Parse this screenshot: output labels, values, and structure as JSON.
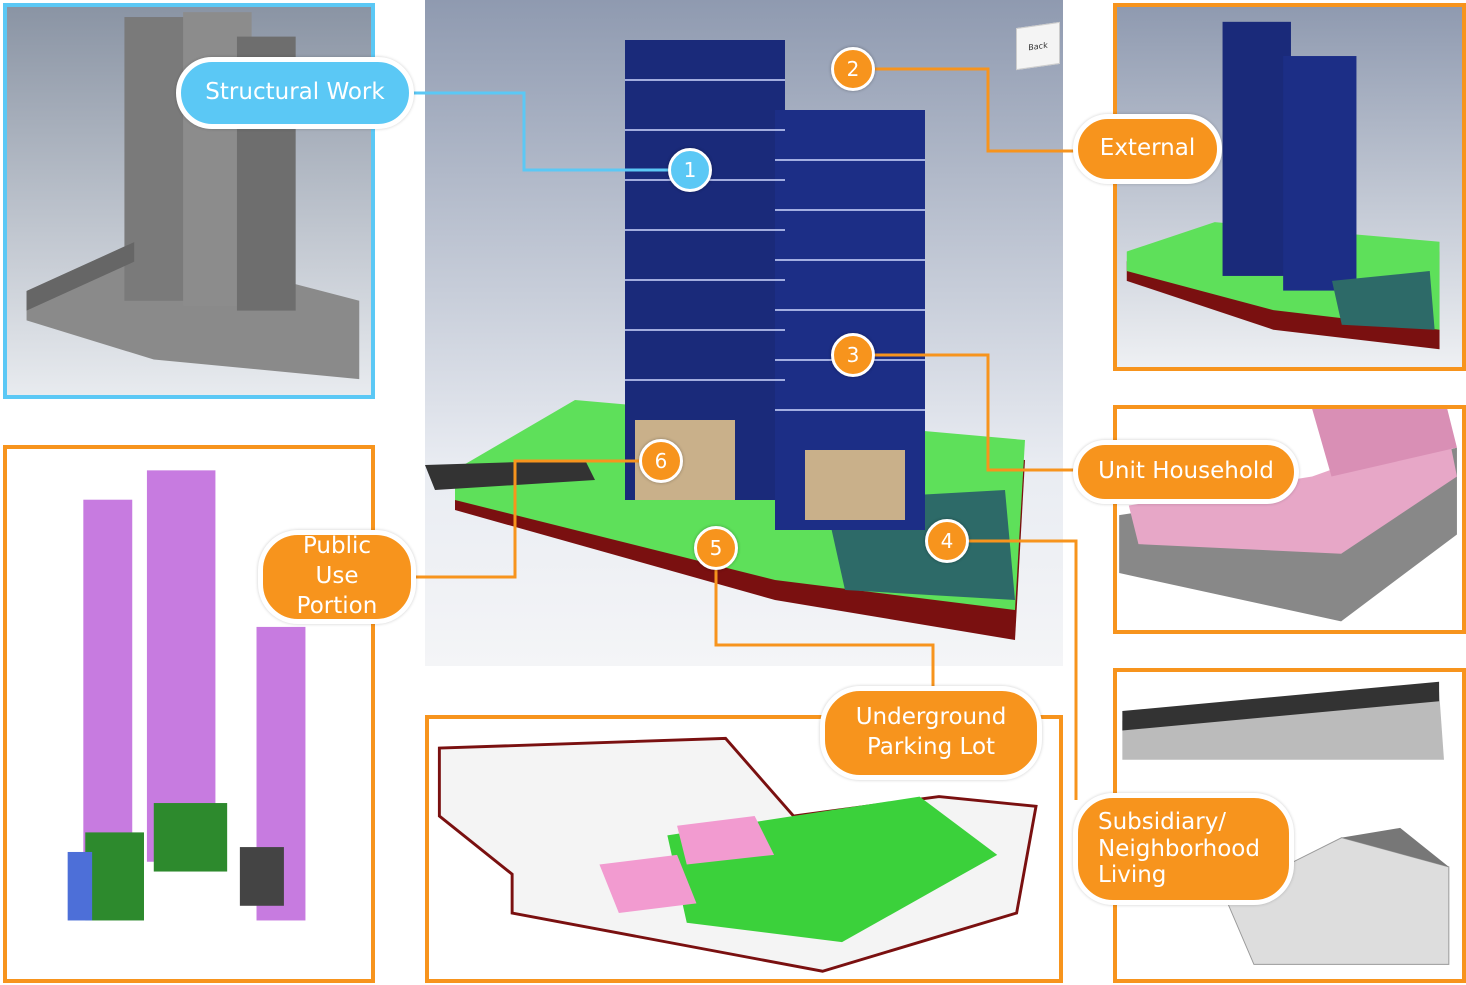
{
  "labels": {
    "structural_work": "Structural Work",
    "external": "External",
    "unit_household": "Unit Household",
    "public_use_portion": "Public Use Portion",
    "underground_parking_lot": "Underground Parking Lot",
    "subsidiary_living": "Subsidiary/ Neighborhood Living"
  },
  "markers": [
    "1",
    "2",
    "3",
    "4",
    "5",
    "6"
  ],
  "viewcube": "Back",
  "colors": {
    "accent_orange": "#f7941d",
    "accent_blue": "#5bc8f5",
    "tower_blue": "#1a2a7a",
    "ground_green": "#5ee05a"
  }
}
